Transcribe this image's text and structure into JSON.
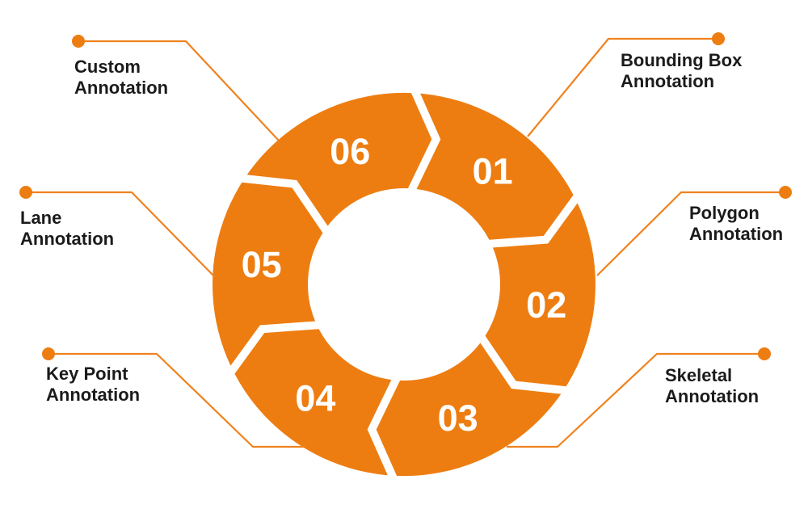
{
  "colors": {
    "segment_orange": "#ED7D11",
    "connector_orange": "#F0821E",
    "label_text": "#1B1B1B",
    "number_text": "#FFFFFF",
    "background": "#FFFFFF"
  },
  "segments": [
    {
      "number": "01",
      "label_line1": "Bounding Box",
      "label_line2": "Annotation"
    },
    {
      "number": "02",
      "label_line1": "Polygon",
      "label_line2": "Annotation"
    },
    {
      "number": "03",
      "label_line1": "Skeletal",
      "label_line2": "Annotation"
    },
    {
      "number": "04",
      "label_line1": "Key Point",
      "label_line2": "Annotation"
    },
    {
      "number": "05",
      "label_line1": "Lane",
      "label_line2": "Annotation"
    },
    {
      "number": "06",
      "label_line1": "Custom",
      "label_line2": "Annotation"
    }
  ]
}
